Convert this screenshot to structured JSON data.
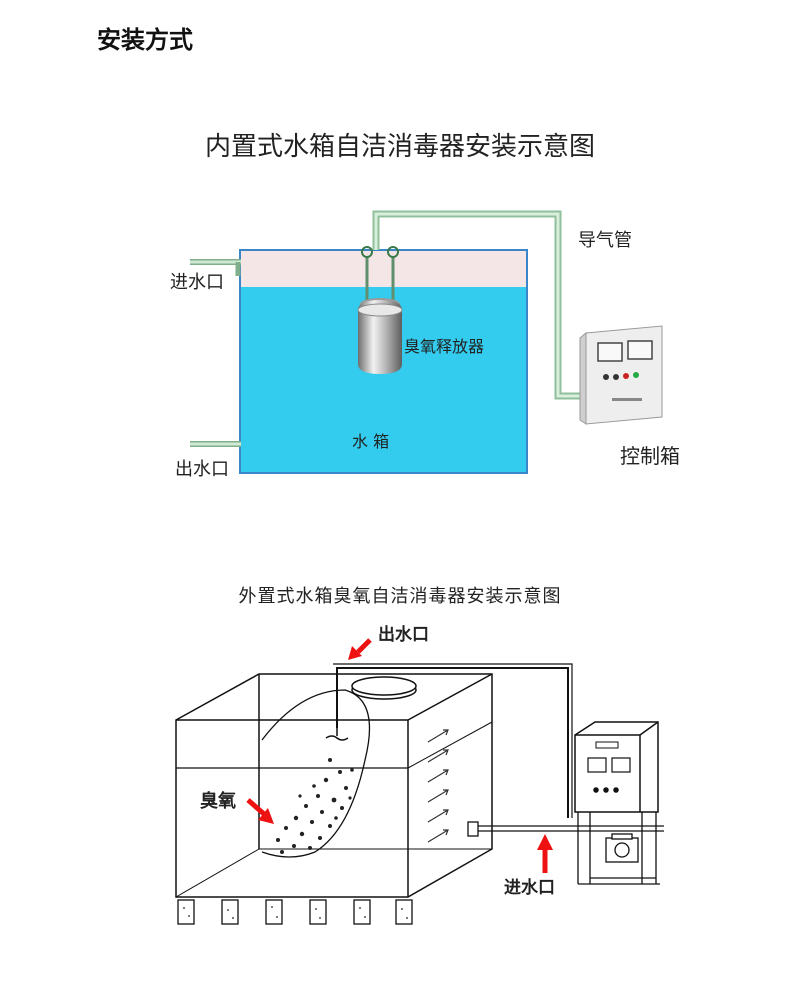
{
  "page": {
    "title": "安装方式"
  },
  "diagram_internal": {
    "title": "内置式水箱自洁消毒器安装示意图",
    "labels": {
      "inlet": "进水口",
      "outlet": "出水口",
      "gas_pipe": "导气管",
      "release_device": "臭氧释放器",
      "tank": "水    箱",
      "control_box": "控制箱"
    },
    "colors": {
      "water": "#33ccee",
      "air": "#f4e6e6",
      "pipe": "#a9d7b2"
    }
  },
  "diagram_external": {
    "title": "外置式水箱臭氧自洁消毒器安装示意图",
    "labels": {
      "outlet": "出水口",
      "ozone": "臭氧",
      "inlet": "进水口"
    },
    "colors": {
      "arrow": "#ee1111"
    }
  }
}
